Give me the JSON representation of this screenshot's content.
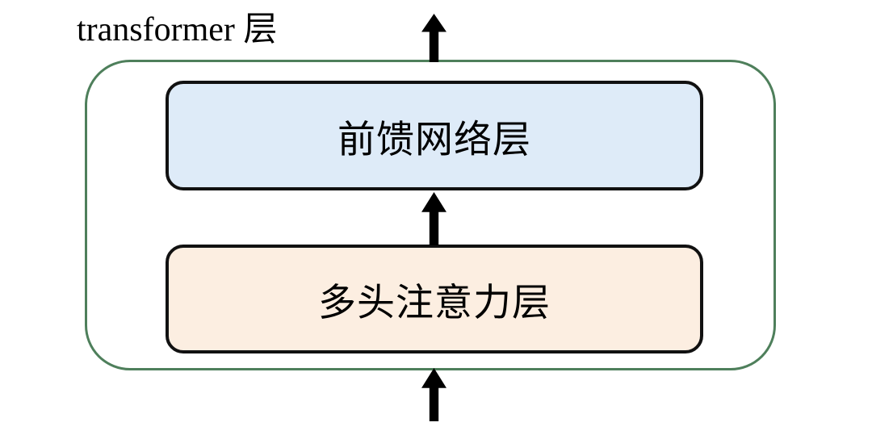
{
  "diagram": {
    "title": "transformer 层",
    "container": {
      "name": "transformer-layer",
      "border_color": "#4e7f5b"
    },
    "boxes": [
      {
        "id": "feedforward",
        "label": "前馈网络层",
        "fill": "#deebf8",
        "border_color": "#111111"
      },
      {
        "id": "attention",
        "label": "多头注意力层",
        "fill": "#fceee1",
        "border_color": "#111111"
      }
    ],
    "arrows": [
      {
        "id": "output",
        "name": "output-arrow",
        "direction": "up",
        "color": "#000000"
      },
      {
        "id": "inter-layer",
        "name": "inter-layer-arrow",
        "direction": "up",
        "color": "#000000"
      },
      {
        "id": "input",
        "name": "input-arrow",
        "direction": "up",
        "color": "#000000"
      }
    ],
    "colors": {
      "container_border": "#4e7f5b",
      "box_border": "#111111",
      "arrow": "#000000",
      "feedforward_fill": "#deebf8",
      "attention_fill": "#fceee1",
      "background": "#ffffff",
      "text": "#000000"
    }
  }
}
